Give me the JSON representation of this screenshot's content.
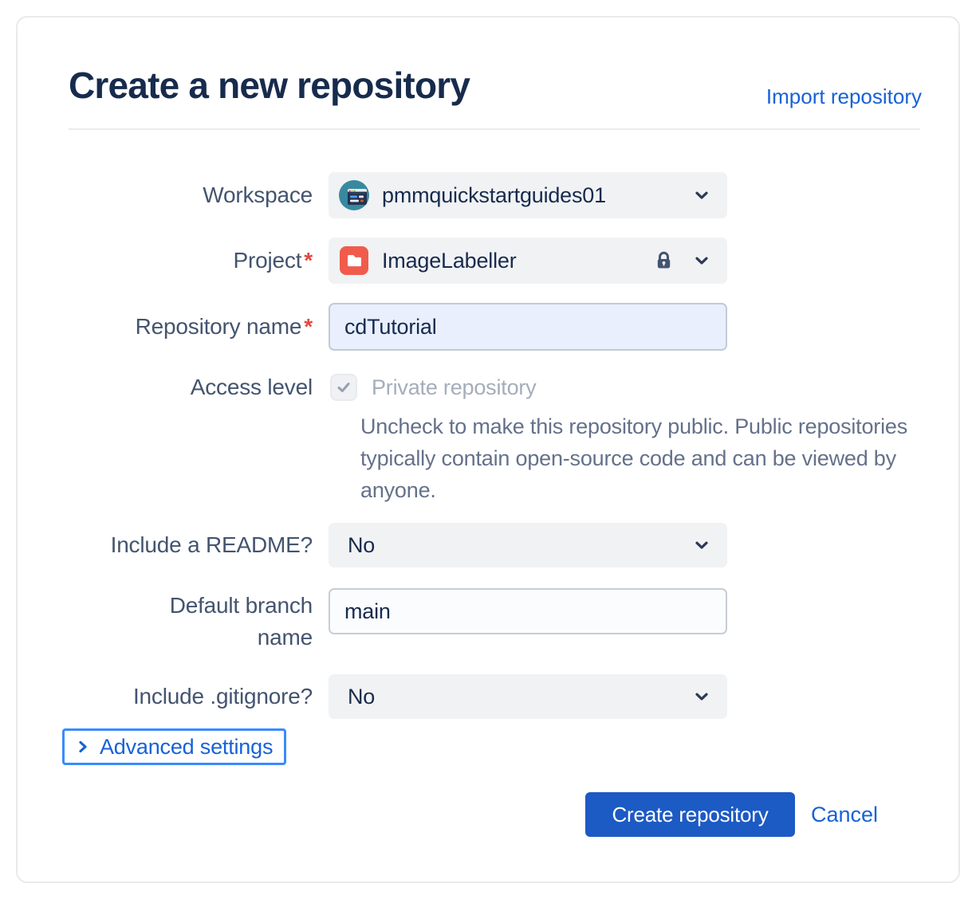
{
  "dialog": {
    "title": "Create a new repository",
    "import_link_label": "Import repository"
  },
  "form": {
    "workspace": {
      "label": "Workspace",
      "value": "pmmquickstartguides01"
    },
    "project": {
      "label": "Project",
      "required_marker": "*",
      "value": "ImageLabeller"
    },
    "repository_name": {
      "label": "Repository name",
      "required_marker": "*",
      "value": "cdTutorial"
    },
    "access_level": {
      "label": "Access level",
      "checkbox_label": "Private repository",
      "checked": true,
      "helper_text": "Uncheck to make this repository public. Public repositories typically contain open-source code and can be viewed by anyone."
    },
    "include_readme": {
      "label": "Include a README?",
      "value": "No"
    },
    "default_branch": {
      "label": "Default branch name",
      "value": "main"
    },
    "include_gitignore": {
      "label": "Include .gitignore?",
      "value": "No"
    },
    "advanced_settings_label": "Advanced settings"
  },
  "footer": {
    "create_label": "Create repository",
    "cancel_label": "Cancel"
  },
  "icons": {
    "workspace_avatar": "workspace-avatar-icon",
    "project": "project-folder-icon",
    "lock": "lock-icon",
    "chevron_down": "chevron-down-icon",
    "chevron_right": "chevron-right-icon",
    "checkmark": "checkmark-icon"
  },
  "colors": {
    "title_text": "#172B4D",
    "label_text": "#44546F",
    "link_blue": "#1762D7",
    "button_blue": "#1C5AC4",
    "button_text": "#FFFFFF",
    "required_red": "#E2483D",
    "field_bg": "#F1F2F4",
    "repo_input_bg": "#E9EFFC",
    "helper_text": "#64718A",
    "disabled_text": "#A5ADBA",
    "focus_ring": "#388BFF",
    "project_icon_red": "#F15B4C",
    "workspace_avatar_teal": "#38899F"
  }
}
